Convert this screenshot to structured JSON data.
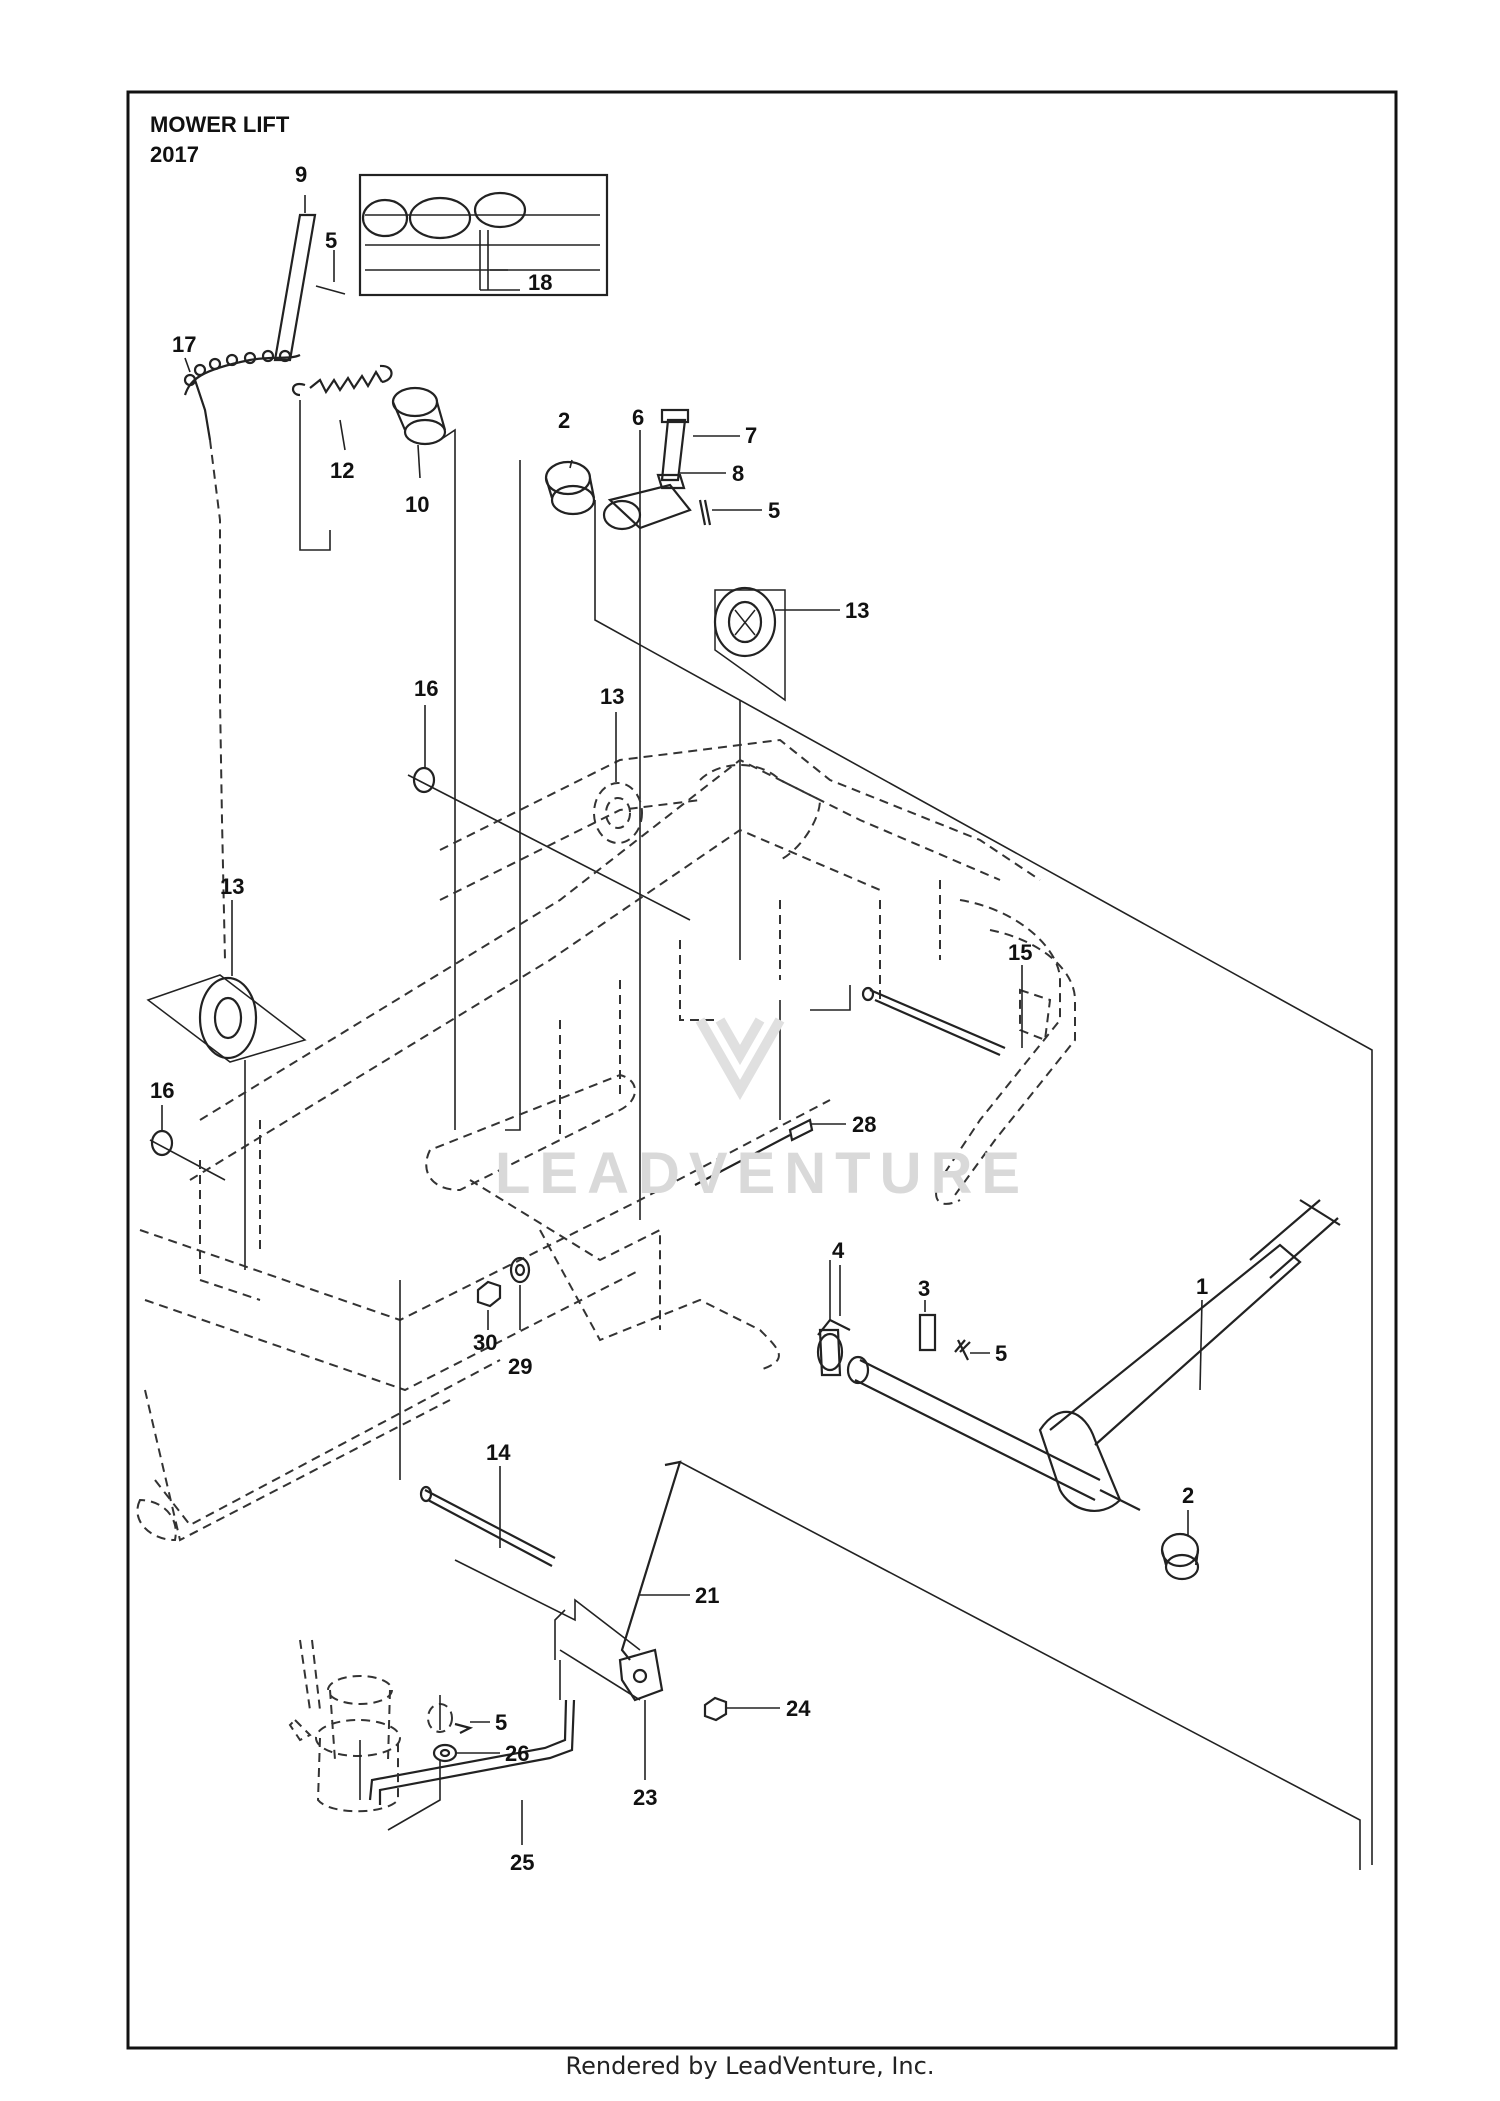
{
  "header": {
    "title": "MOWER LIFT",
    "year": "2017"
  },
  "footer": {
    "text": "Rendered by LeadVenture, Inc."
  },
  "watermark": {
    "text": "LEADVENTURE"
  },
  "callouts": {
    "c9": "9",
    "c5a": "5",
    "c18": "18",
    "c17": "17",
    "c12": "12",
    "c10": "10",
    "c2a": "2",
    "c6": "6",
    "c7": "7",
    "c8": "8",
    "c5b": "5",
    "c13a": "13",
    "c16a": "16",
    "c13b": "13",
    "c13c": "13",
    "c15": "15",
    "c16b": "16",
    "c28": "28",
    "c4": "4",
    "c3": "3",
    "c5c": "5",
    "c1": "1",
    "c30": "30",
    "c29": "29",
    "c14": "14",
    "c2b": "2",
    "c21": "21",
    "c5d": "5",
    "c26": "26",
    "c24": "24",
    "c23": "23",
    "c25": "25"
  }
}
